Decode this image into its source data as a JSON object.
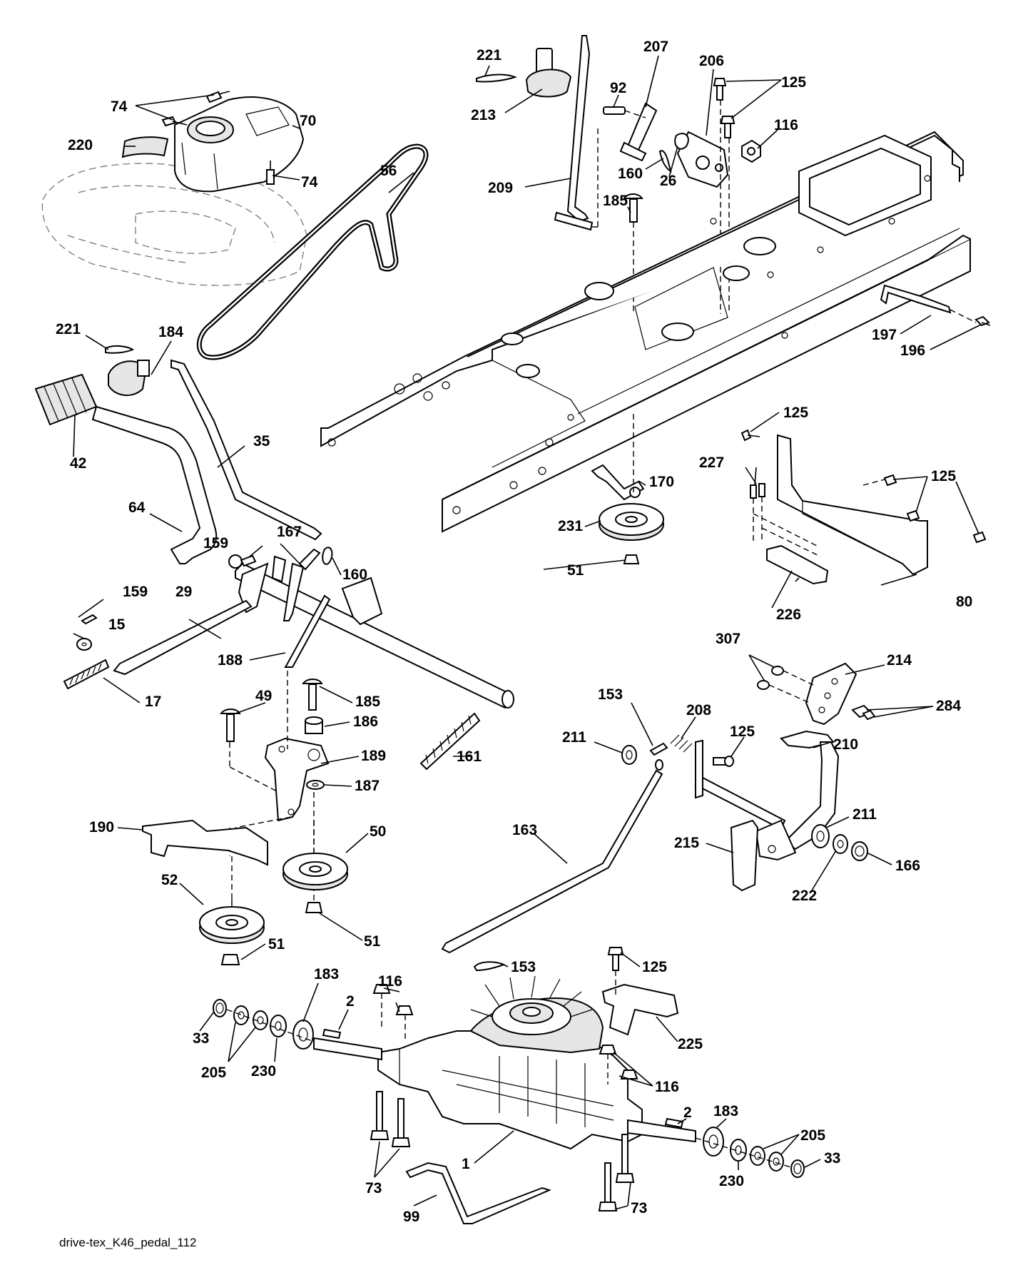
{
  "caption": "drive-tex_K46_pedal_112",
  "callouts": [
    {
      "id": "c-221-top",
      "text": "221"
    },
    {
      "id": "c-207",
      "text": "207"
    },
    {
      "id": "c-206",
      "text": "206"
    },
    {
      "id": "c-125-top",
      "text": "125"
    },
    {
      "id": "c-74-a",
      "text": "74"
    },
    {
      "id": "c-70",
      "text": "70"
    },
    {
      "id": "c-213",
      "text": "213"
    },
    {
      "id": "c-92",
      "text": "92"
    },
    {
      "id": "c-116-top",
      "text": "116"
    },
    {
      "id": "c-220",
      "text": "220"
    },
    {
      "id": "c-74-b",
      "text": "74"
    },
    {
      "id": "c-56",
      "text": "56"
    },
    {
      "id": "c-160-top",
      "text": "160"
    },
    {
      "id": "c-26",
      "text": "26"
    },
    {
      "id": "c-209",
      "text": "209"
    },
    {
      "id": "c-185-top",
      "text": "185"
    },
    {
      "id": "c-221-left",
      "text": "221"
    },
    {
      "id": "c-184",
      "text": "184"
    },
    {
      "id": "c-197",
      "text": "197"
    },
    {
      "id": "c-196",
      "text": "196"
    },
    {
      "id": "c-125-right",
      "text": "125"
    },
    {
      "id": "c-42",
      "text": "42"
    },
    {
      "id": "c-35",
      "text": "35"
    },
    {
      "id": "c-227",
      "text": "227"
    },
    {
      "id": "c-125-bracket",
      "text": "125"
    },
    {
      "id": "c-170",
      "text": "170"
    },
    {
      "id": "c-64",
      "text": "64"
    },
    {
      "id": "c-231",
      "text": "231"
    },
    {
      "id": "c-159-a",
      "text": "159"
    },
    {
      "id": "c-167",
      "text": "167"
    },
    {
      "id": "c-160-mid",
      "text": "160"
    },
    {
      "id": "c-51-top",
      "text": "51"
    },
    {
      "id": "c-226",
      "text": "226"
    },
    {
      "id": "c-80",
      "text": "80"
    },
    {
      "id": "c-159-b",
      "text": "159"
    },
    {
      "id": "c-29",
      "text": "29"
    },
    {
      "id": "c-15",
      "text": "15"
    },
    {
      "id": "c-307",
      "text": "307"
    },
    {
      "id": "c-214",
      "text": "214"
    },
    {
      "id": "c-188",
      "text": "188"
    },
    {
      "id": "c-17",
      "text": "17"
    },
    {
      "id": "c-49",
      "text": "49"
    },
    {
      "id": "c-185-mid",
      "text": "185"
    },
    {
      "id": "c-153-mid",
      "text": "153"
    },
    {
      "id": "c-208",
      "text": "208"
    },
    {
      "id": "c-284",
      "text": "284"
    },
    {
      "id": "c-186",
      "text": "186"
    },
    {
      "id": "c-125-mid",
      "text": "125"
    },
    {
      "id": "c-210",
      "text": "210"
    },
    {
      "id": "c-211-left",
      "text": "211"
    },
    {
      "id": "c-189",
      "text": "189"
    },
    {
      "id": "c-161",
      "text": "161"
    },
    {
      "id": "c-187",
      "text": "187"
    },
    {
      "id": "c-190",
      "text": "190"
    },
    {
      "id": "c-50",
      "text": "50"
    },
    {
      "id": "c-163",
      "text": "163"
    },
    {
      "id": "c-211-right",
      "text": "211"
    },
    {
      "id": "c-215",
      "text": "215"
    },
    {
      "id": "c-166",
      "text": "166"
    },
    {
      "id": "c-52",
      "text": "52"
    },
    {
      "id": "c-222",
      "text": "222"
    },
    {
      "id": "c-51-a",
      "text": "51"
    },
    {
      "id": "c-51-b",
      "text": "51"
    },
    {
      "id": "c-153-low",
      "text": "153"
    },
    {
      "id": "c-125-low",
      "text": "125"
    },
    {
      "id": "c-183-left",
      "text": "183"
    },
    {
      "id": "c-116-low",
      "text": "116"
    },
    {
      "id": "c-2-left",
      "text": "2"
    },
    {
      "id": "c-225",
      "text": "225"
    },
    {
      "id": "c-33-left",
      "text": "33"
    },
    {
      "id": "c-205-left",
      "text": "205"
    },
    {
      "id": "c-230-left",
      "text": "230"
    },
    {
      "id": "c-116-right",
      "text": "116"
    },
    {
      "id": "c-183-right",
      "text": "183"
    },
    {
      "id": "c-2-right",
      "text": "2"
    },
    {
      "id": "c-205-right",
      "text": "205"
    },
    {
      "id": "c-1",
      "text": "1"
    },
    {
      "id": "c-33-right",
      "text": "33"
    },
    {
      "id": "c-73-left",
      "text": "73"
    },
    {
      "id": "c-99",
      "text": "99"
    },
    {
      "id": "c-73-right",
      "text": "73"
    },
    {
      "id": "c-230-right",
      "text": "230"
    }
  ]
}
